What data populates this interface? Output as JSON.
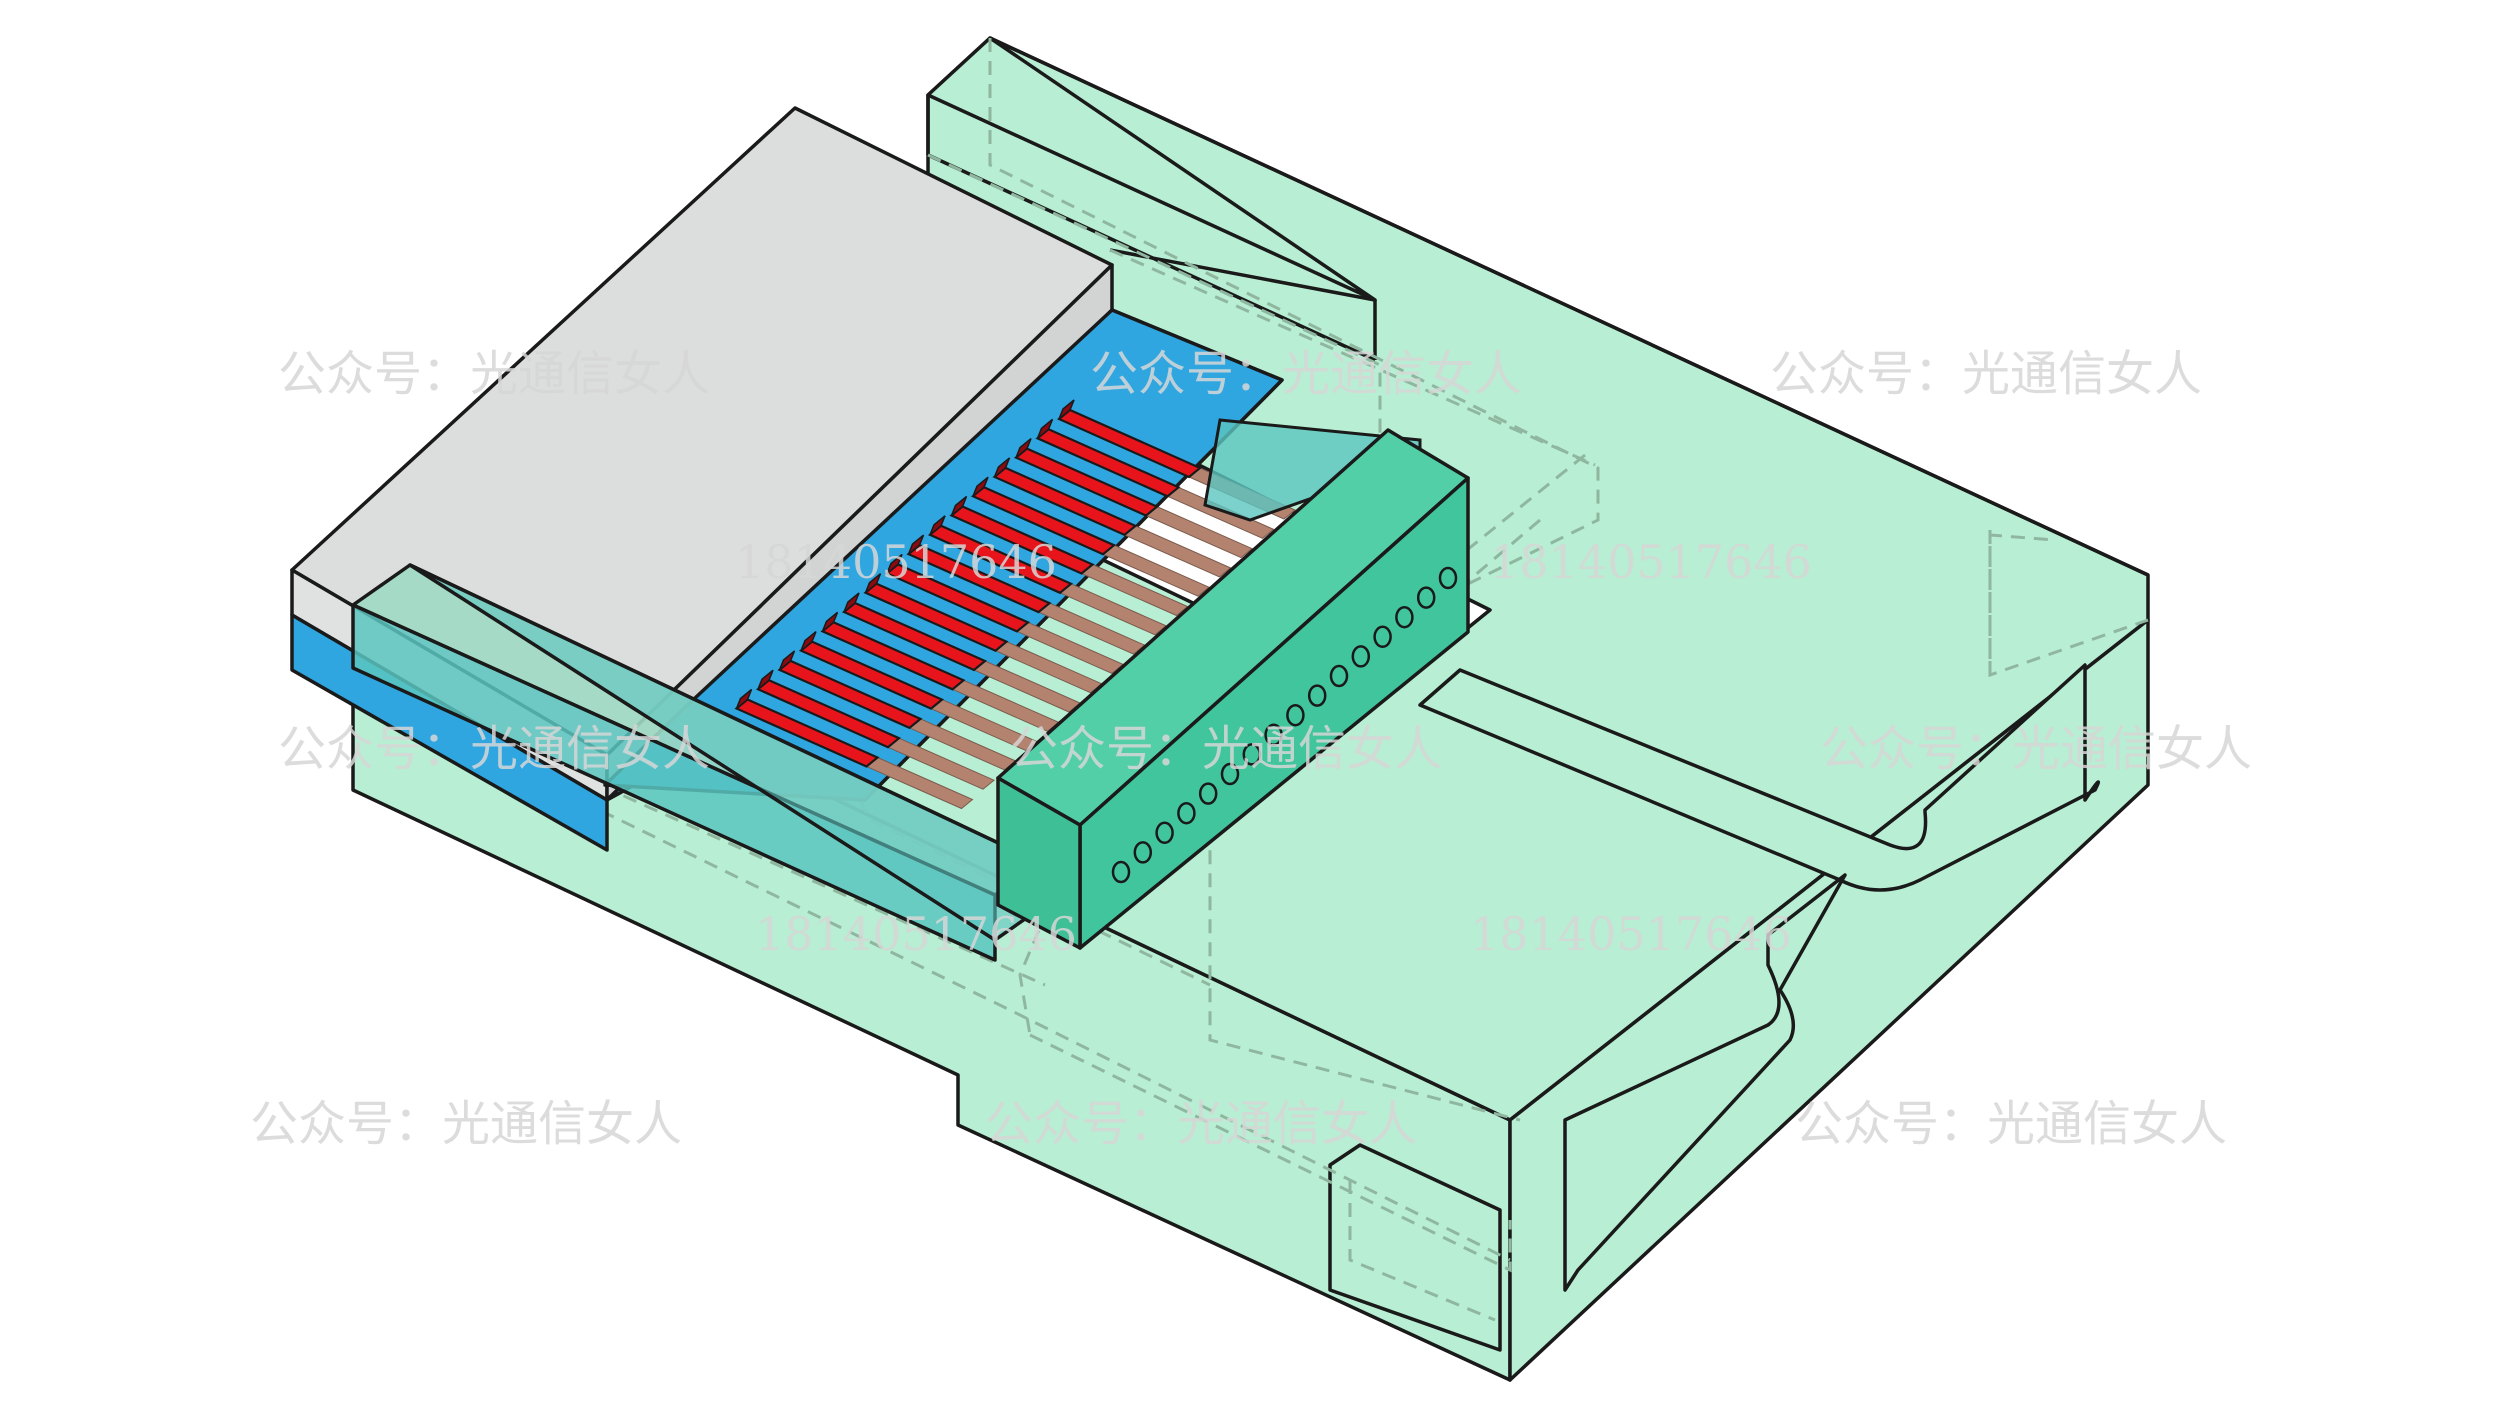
{
  "watermarks": {
    "account": "公众号：光通信女人",
    "phone": "18140517646"
  },
  "colors": {
    "housing": "#b8eed3",
    "housing_stroke": "#1a1a1a",
    "hidden_line": "#8fb79f",
    "lid": "#dcdedd",
    "substrate": "#2fa6e0",
    "fiber_groove": "#e8141c",
    "lens_block": "#41c59c",
    "lens_block_top": "#52cfa6",
    "bar": "#5bc5c0",
    "fiber_core": "#b4836f"
  },
  "components": {
    "fiber_count": 16,
    "lens_count": 16
  }
}
